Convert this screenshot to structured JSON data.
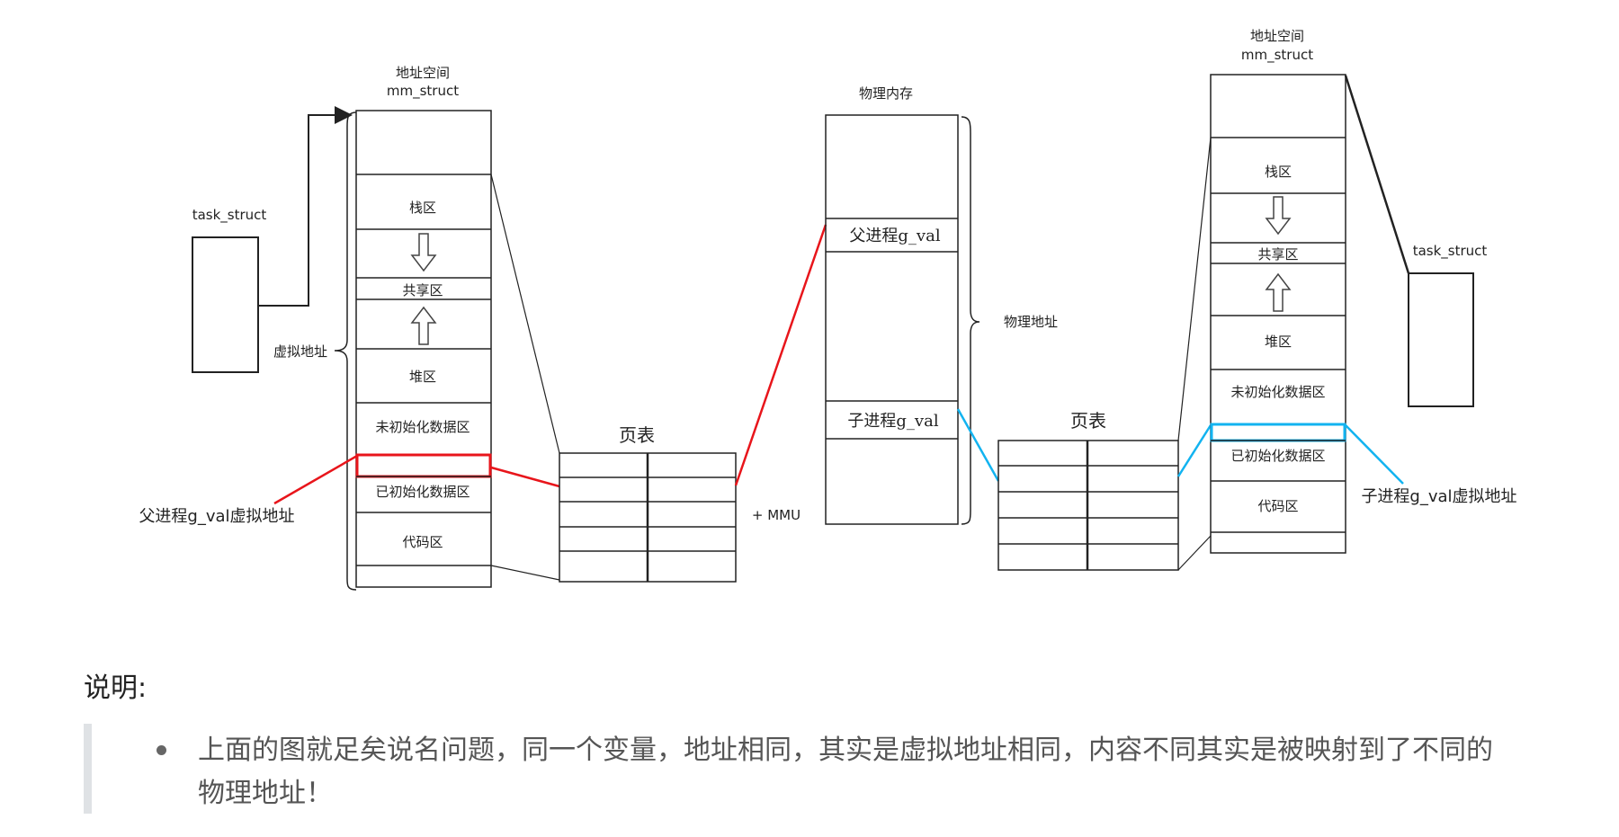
{
  "diagram": {
    "left_task": {
      "label": "task_struct"
    },
    "left_space": {
      "title_line1": "地址空间",
      "title_line2": "mm_struct",
      "virtual_label": "虚拟地址",
      "regions": [
        "栈区",
        "共享区",
        "堆区",
        "未初始化数据区",
        "已初始化数据区",
        "代码区"
      ]
    },
    "parent_var_label": "父进程g_val虚拟地址",
    "left_page_table": {
      "title": "页表",
      "rows": 5,
      "cols": 2
    },
    "mmu_label": "+ MMU",
    "physical_memory": {
      "title": "物理内存",
      "parent_cell": "父进程g_val",
      "child_cell": "子进程g_val",
      "brace_label": "物理地址"
    },
    "right_page_table": {
      "title": "页表",
      "rows": 5,
      "cols": 2
    },
    "right_space": {
      "title_line1": "地址空间",
      "title_line2": "mm_struct",
      "regions": [
        "栈区",
        "共享区",
        "堆区",
        "未初始化数据区",
        "已初始化数据区",
        "代码区"
      ]
    },
    "right_task": {
      "label": "task_struct"
    },
    "child_var_label": "子进程g_val虚拟地址",
    "colors": {
      "parent_link": "#e8151b",
      "child_link": "#12b3f0",
      "line": "#222222"
    }
  },
  "explanation": {
    "heading": "说明:",
    "bullet_text": "上面的图就足矣说名问题，同一个变量，地址相同，其实是虚拟地址相同，内容不同其实是被映射到了不同的物理地址！"
  }
}
